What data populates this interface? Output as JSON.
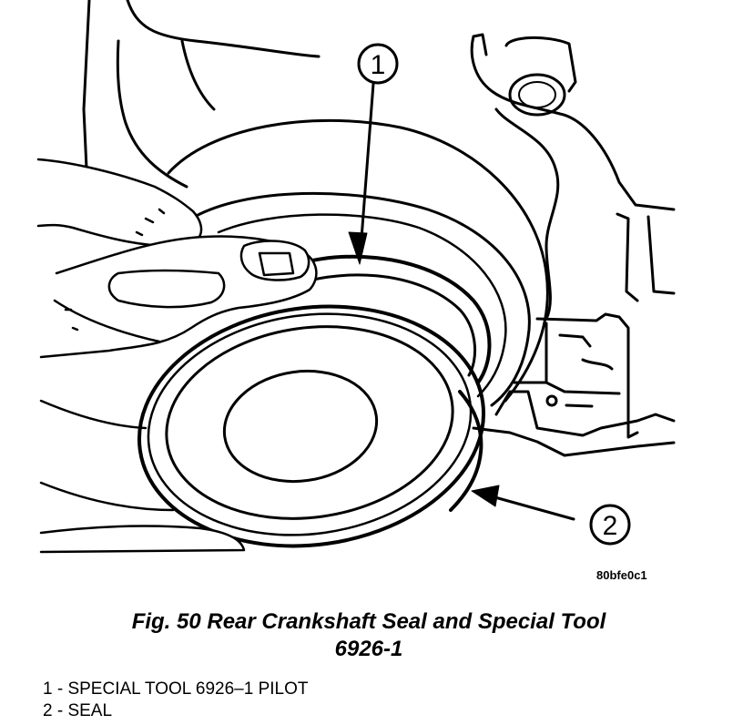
{
  "figure": {
    "callouts": [
      "1",
      "2"
    ],
    "image_code": "80bfe0c1"
  },
  "caption": {
    "line1": "Fig. 50 Rear Crankshaft Seal and Special Tool",
    "line2": "6926-1"
  },
  "legend": [
    "1 - SPECIAL TOOL 6926–1 PILOT",
    "2 - SEAL"
  ]
}
